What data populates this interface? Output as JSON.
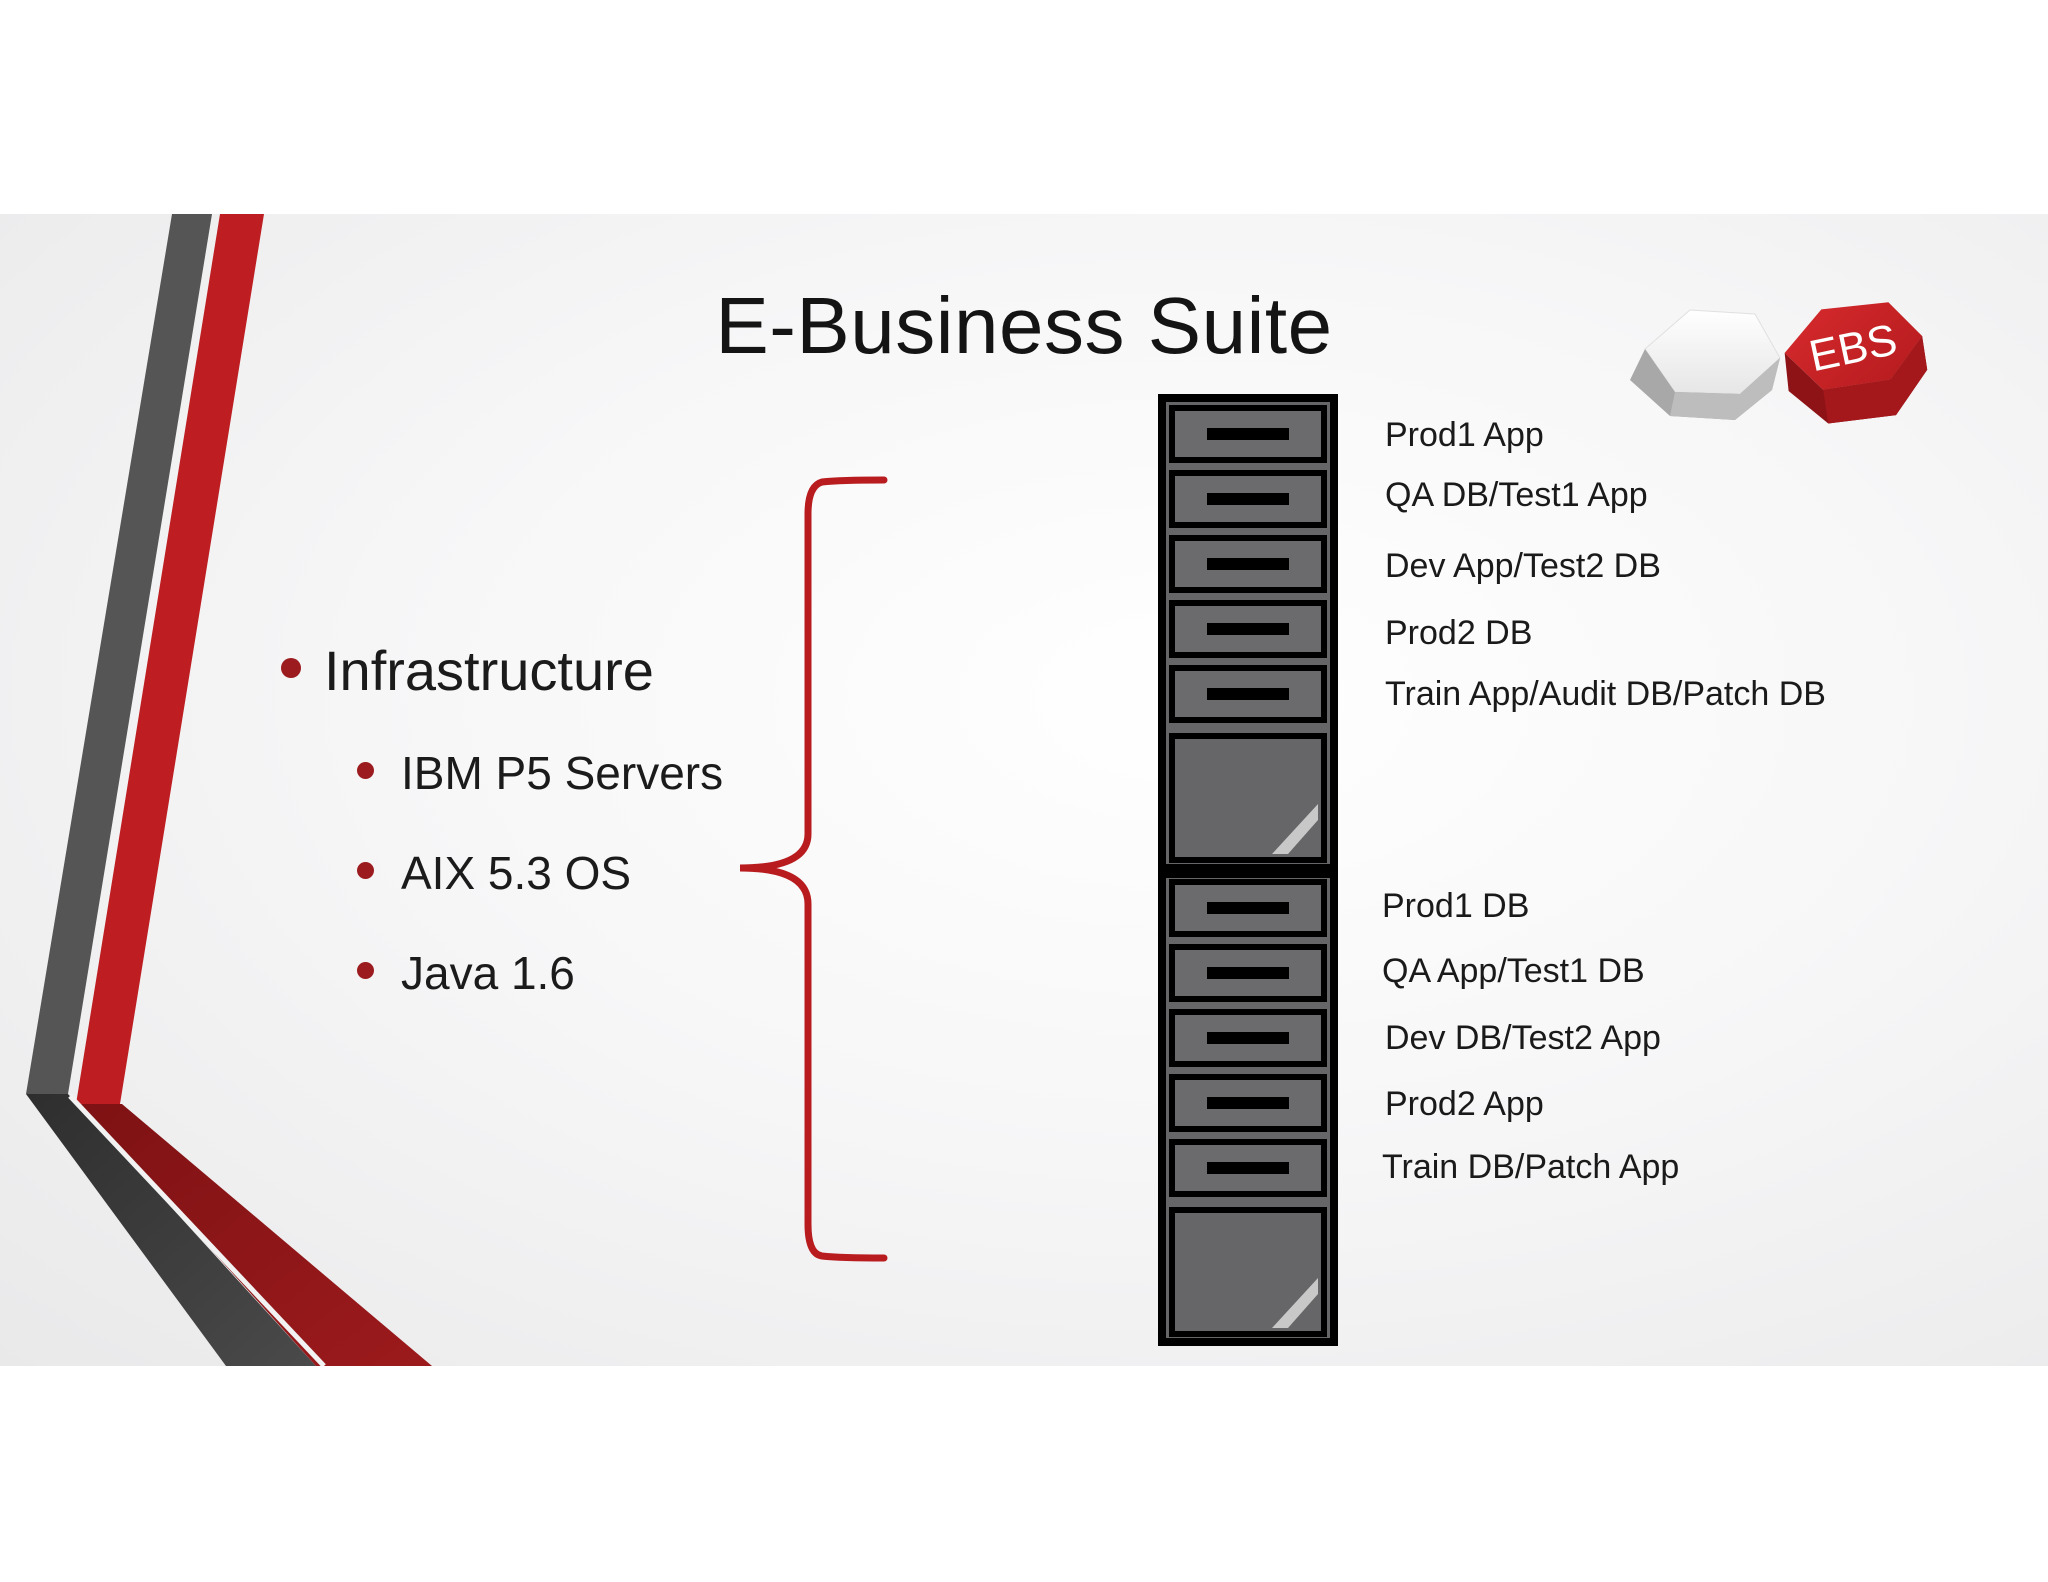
{
  "slide": {
    "title": "E-Business Suite",
    "logo_text": "EBS",
    "bullets": {
      "main": "Infrastructure",
      "sub": [
        "IBM P5 Servers",
        "AIX 5.3 OS",
        "Java 1.6"
      ]
    },
    "rack_top_labels": [
      "Prod1 App",
      "QA DB/Test1 App",
      "Dev App/Test2 DB",
      "Prod2 DB",
      "Train App/Audit DB/Patch DB"
    ],
    "rack_bottom_labels": [
      "Prod1 DB",
      "QA App/Test1 DB",
      "Dev DB/Test2 App",
      "Prod2 App",
      "Train DB/Patch App"
    ]
  },
  "colors": {
    "accent_red": "#b91c1f",
    "dark_grey": "#4a4a4a",
    "server_fill": "#666668",
    "bullet_red": "#9c1b1f"
  },
  "icons": {
    "logo": "ebs-hexagon-logo",
    "server": "server-rack-icon",
    "brace": "curly-brace"
  }
}
